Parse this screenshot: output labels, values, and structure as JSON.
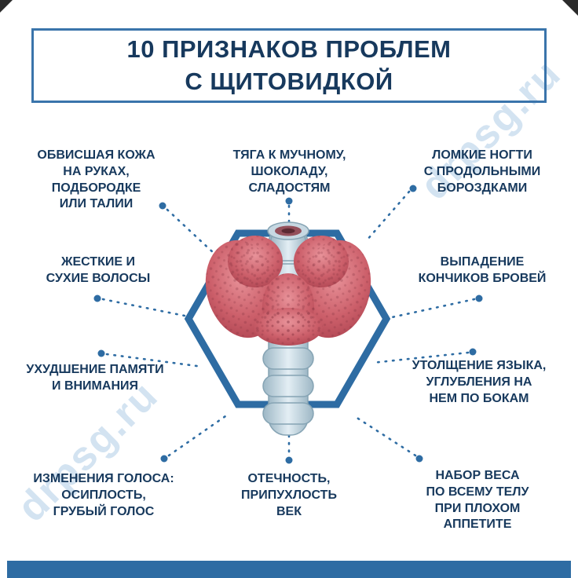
{
  "title": {
    "text": "10 ПРИЗНАКОВ ПРОБЛЕМ\nС ЩИТОВИДКОЙ"
  },
  "watermark": "drpsg.ru",
  "colors": {
    "accent": "#2e6ca3",
    "text": "#17395d",
    "watermark": "#d3e3f1",
    "gland": "#c45561",
    "trachea": "#cfdfe8",
    "footer_bar": "#2e6ca3"
  },
  "center_illustration": "thyroid-gland-in-hexagon",
  "signs": [
    {
      "position": "top-left",
      "text": "ОБВИСШАЯ КОЖА\nНА РУКАХ,\nПОДБОРОДКЕ\nИЛИ ТАЛИИ"
    },
    {
      "position": "top-center",
      "text": "ТЯГА К МУЧНОМУ,\nШОКОЛАДУ,\nСЛАДОСТЯМ"
    },
    {
      "position": "top-right",
      "text": "ЛОМКИЕ НОГТИ\nС ПРОДОЛЬНЫМИ\nБОРОЗДКАМИ"
    },
    {
      "position": "left-middle",
      "text": "ЖЕСТКИЕ И\nСУХИЕ ВОЛОСЫ"
    },
    {
      "position": "right-middle",
      "text": "ВЫПАДЕНИЕ\nКОНЧИКОВ БРОВЕЙ"
    },
    {
      "position": "left-lower",
      "text": "УХУДШЕНИЕ ПАМЯТИ\nИ ВНИМАНИЯ"
    },
    {
      "position": "right-lower",
      "text": "УТОЛЩЕНИЕ ЯЗЫКА,\nУГЛУБЛЕНИЯ НА\nНЕМ ПО БОКАМ"
    },
    {
      "position": "bottom-left",
      "text": "ИЗМЕНЕНИЯ ГОЛОСА:\nОСИПЛОСТЬ,\nГРУБЫЙ ГОЛОС"
    },
    {
      "position": "bottom-center",
      "text": "ОТЕЧНОСТЬ,\nПРИПУХЛОСТЬ\nВЕК"
    },
    {
      "position": "bottom-right",
      "text": "НАБОР ВЕСА\nПО ВСЕМУ ТЕЛУ\nПРИ ПЛОХОМ\nАППЕТИТЕ"
    }
  ]
}
